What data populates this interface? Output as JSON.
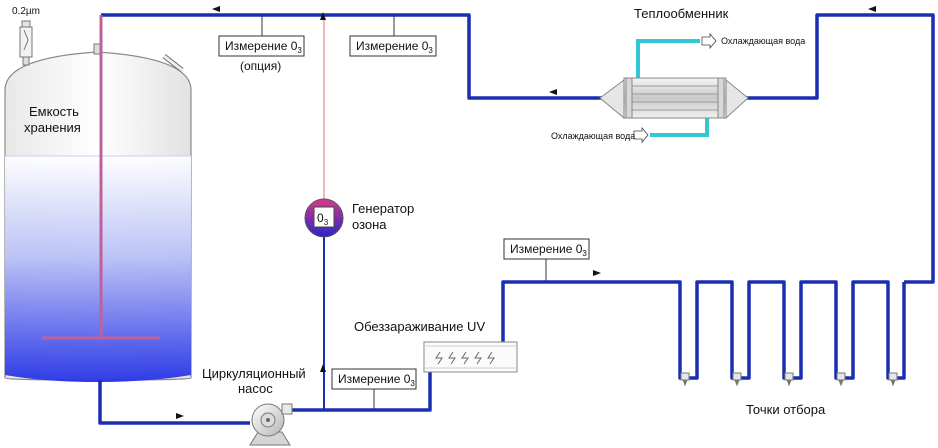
{
  "filter_label": "0.2µm",
  "tank_label_line1": "Емкость",
  "tank_label_line2": "хранения",
  "measurement_1": "Измерение 0",
  "measurement_1_sub": "3",
  "measurement_1_note": "(опция)",
  "measurement_2": "Измерение 0",
  "measurement_2_sub": "3",
  "measurement_3": "Измерение 0",
  "measurement_3_sub": "3",
  "measurement_4": "Измерение 0",
  "measurement_4_sub": "3",
  "heat_exchanger_label": "Теплообменник",
  "cooling_water_out": "Охлаждающая вода",
  "cooling_water_in": "Охлаждающая вода",
  "ozone_symbol": "0",
  "ozone_symbol_sub": "3",
  "ozone_generator_line1": "Генератор",
  "ozone_generator_line2": "озона",
  "uv_label": "Обеззараживание UV",
  "pump_label_line1": "Циркуляционный",
  "pump_label_line2": "насос",
  "sampling_points_label": "Точки отбора",
  "colors": {
    "pipe_blue": "#1a2fb0",
    "pipe_pink": "#c0609a",
    "ozone_line_red": "#e07070",
    "cooling_cyan": "#33c6d6",
    "liquid_blue": "#2f3fe0",
    "tank_outline": "#777777"
  },
  "icons": [
    "air-filter-icon",
    "storage-tank-icon",
    "heat-exchanger-icon",
    "uv-lamp-icon",
    "circulation-pump-icon",
    "ozone-generator-icon",
    "sampling-valve-icon",
    "flow-arrow-icon"
  ]
}
